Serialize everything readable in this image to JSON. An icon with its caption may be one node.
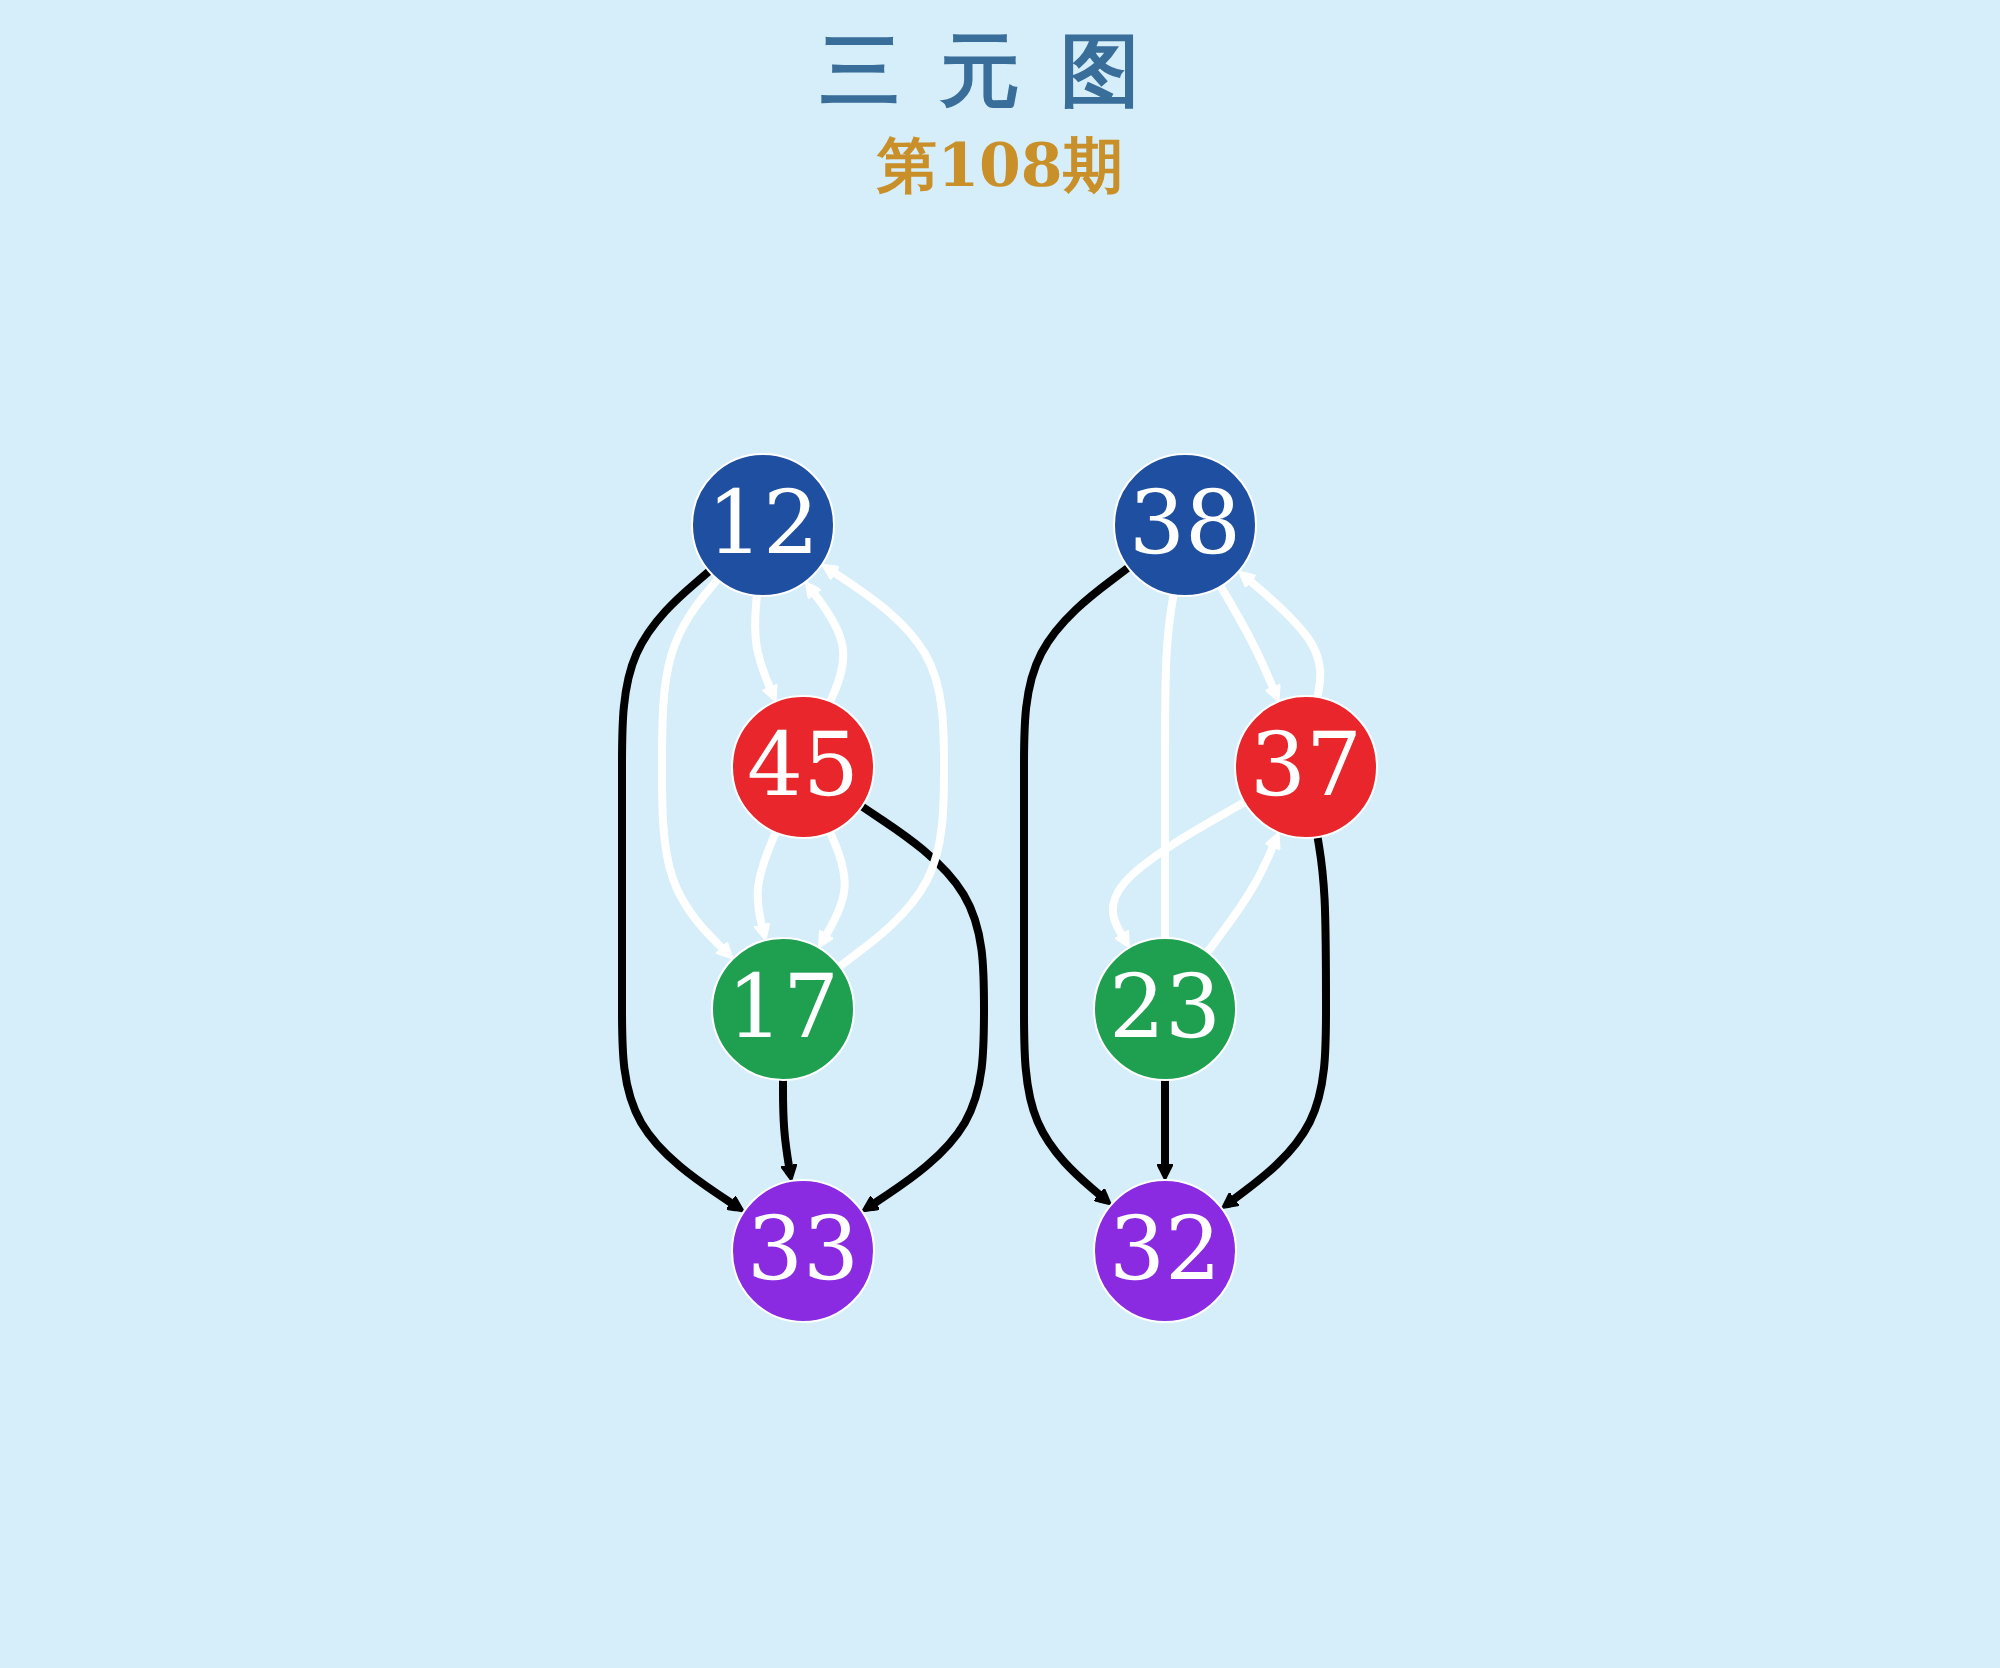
{
  "diagram": {
    "title": "三元图",
    "nodes": [
      {
        "text": [
          "12"
        ]
      },
      {
        "text": [
          "33"
        ]
      },
      {
        "text": [
          "17"
        ]
      },
      {
        "text": [
          "45"
        ]
      },
      {
        "text": [
          "38"
        ]
      },
      {
        "text": [
          "32"
        ]
      },
      {
        "text": [
          "23"
        ]
      },
      {
        "text": [
          "37"
        ]
      }
    ],
    "edges": [
      {
        "from": 0,
        "to": 1,
        "arrow": "to",
        "color": "#000000"
      },
      {
        "from": 2,
        "to": 1,
        "arrow": "to",
        "color": "#000000"
      },
      {
        "from": 3,
        "to": 1,
        "arrow": "to",
        "color": "#000000"
      },
      {
        "from": 0,
        "to": 2,
        "arrow": "to"
      },
      {
        "from": 2,
        "to": 0,
        "arrow": "to"
      },
      {
        "from": 3,
        "to": 0,
        "arrow": "to"
      },
      {
        "from": 0,
        "to": 3,
        "arrow": "to"
      },
      {
        "from": 3,
        "to": 2,
        "arrow": "to"
      },
      {
        "from": 3,
        "to": 2,
        "arrow": "to"
      },
      {
        "from": 4,
        "to": 5,
        "arrow": "to",
        "color": "#000000"
      },
      {
        "from": 6,
        "to": 5,
        "arrow": "to",
        "color": "#000000"
      },
      {
        "from": 7,
        "to": 5,
        "arrow": "to",
        "color": "#000000"
      },
      {
        "from": 6,
        "to": 4,
        "arrow": "none"
      },
      {
        "from": 7,
        "to": 4,
        "arrow": "to"
      },
      {
        "from": 4,
        "to": 7,
        "arrow": "to"
      },
      {
        "from": 7,
        "to": 6,
        "arrow": "to"
      },
      {
        "from": 6,
        "to": 7,
        "arrow": "to"
      }
    ],
    "labels": [
      "第108期"
    ]
  }
}
